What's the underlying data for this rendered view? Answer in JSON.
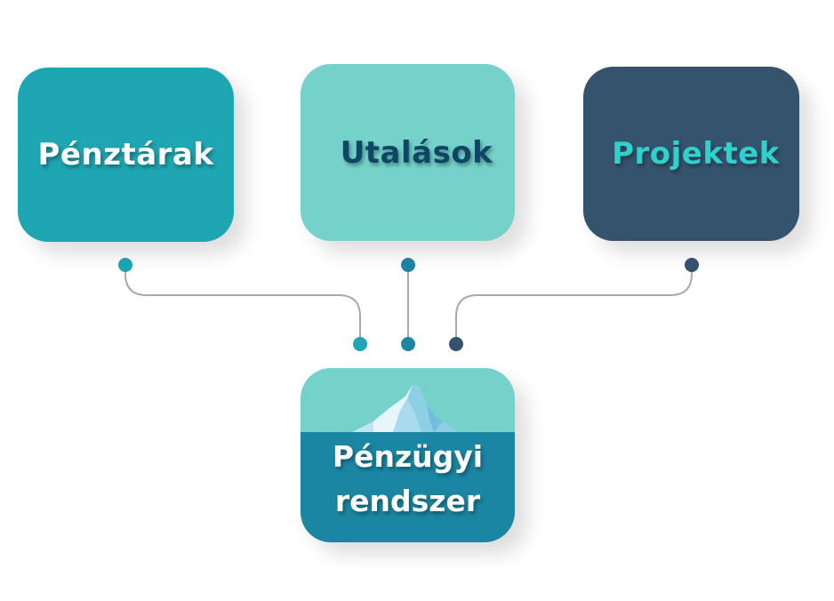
{
  "boxes": [
    {
      "label": "Pénztárak",
      "bg": "#1ea6b3",
      "text_color": "#ffffff",
      "dot_color": "#1ea6b3"
    },
    {
      "label": "Utalások",
      "bg": "#74d2cb",
      "text_color": "#0e4666",
      "dot_color": "#1d86a3"
    },
    {
      "label": "Projektek",
      "bg": "#36536d",
      "text_color": "#2fd1cd",
      "dot_color": "#36536d"
    }
  ],
  "bottom": {
    "line1": "Pénzügyi",
    "line2": "rendszer",
    "top_color": "#74d2cb",
    "bottom_color": "#1b86a3",
    "icon": "iceberg-icon"
  },
  "connector_color": "#a9a9a9"
}
